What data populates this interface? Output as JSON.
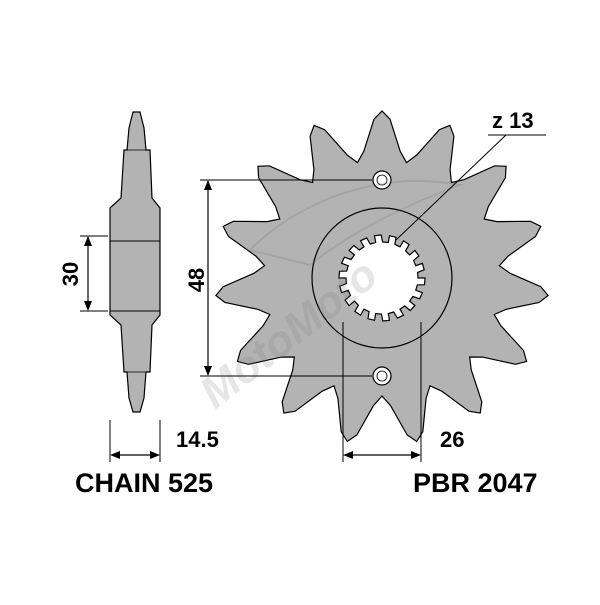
{
  "labels": {
    "teeth": "z 13",
    "height_side": "30",
    "bolt_spacing": "48",
    "thickness": "14.5",
    "spline": "26",
    "chain": "CHAIN 525",
    "part": "PBR 2047",
    "watermark": "MotoMoto"
  },
  "colors": {
    "metal": "#b3b3b3",
    "line": "#000000",
    "background": "#ffffff"
  }
}
